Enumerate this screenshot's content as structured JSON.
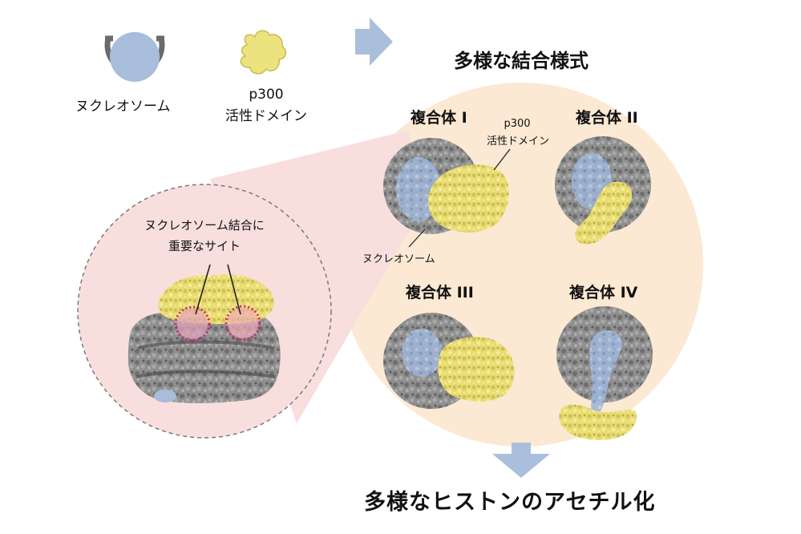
{
  "legend": {
    "nucleosome_label": "ヌクレオソーム",
    "p300_label_line1": "p300",
    "p300_label_line2": "活性ドメイン"
  },
  "header": {
    "title": "多様な結合様式"
  },
  "zoom": {
    "caption_line1": "ヌクレオソーム結合に",
    "caption_line2": "重要なサイト"
  },
  "complexes": [
    {
      "label": "複合体 I"
    },
    {
      "label": "複合体 II"
    },
    {
      "label": "複合体 III"
    },
    {
      "label": "複合体 IV"
    }
  ],
  "annotations": {
    "p300_line1": "p300",
    "p300_line2": "活性ドメイン",
    "nucleosome": "ヌクレオソーム"
  },
  "footer": {
    "title": "多様なヒストンのアセチル化"
  },
  "colors": {
    "nucleosome_gray": "#8c8c8c",
    "dna_blue": "#a8bcdc",
    "p300_yellow": "#ece37e",
    "arrow_blue": "#aabfdb",
    "peach_bg": "#fbe9d3",
    "pink_bg": "#f9dede",
    "site_magenta": "#d0247c"
  }
}
